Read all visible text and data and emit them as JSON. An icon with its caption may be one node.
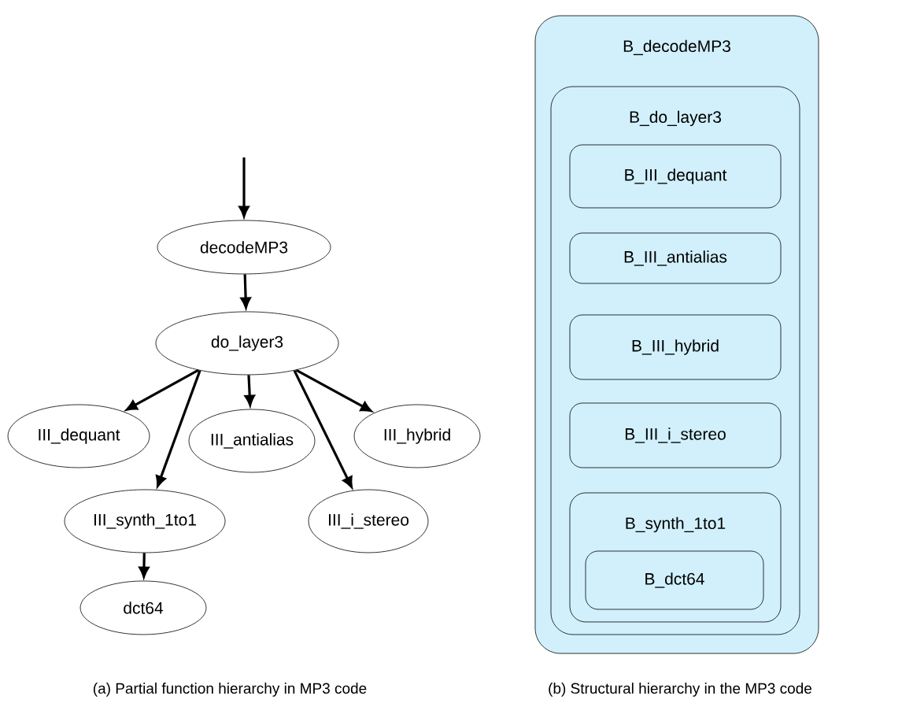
{
  "diagram": {
    "nodes": [
      {
        "text": [
          "decodeMP3"
        ]
      },
      {
        "text": [
          "do_layer3"
        ]
      },
      {
        "text": [
          "III_dequant"
        ]
      },
      {
        "text": [
          "III_antialias"
        ]
      },
      {
        "text": [
          "III_hybrid"
        ]
      },
      {
        "text": [
          "III_synth_1to1"
        ]
      },
      {
        "text": [
          "III_i_stereo"
        ]
      },
      {
        "text": [
          "dct64"
        ]
      },
      {
        "text": [
          "B_decodeMP3"
        ]
      },
      {
        "text": [
          "B_do_layer3"
        ],
        "in": 8
      },
      {
        "text": [
          "B_III_dequant"
        ],
        "in": 9
      },
      {
        "text": [
          "B_III_antialias"
        ],
        "in": 9
      },
      {
        "text": [
          "B_III_hybrid"
        ],
        "in": 9
      },
      {
        "text": [
          "B_III_i_stereo"
        ],
        "in": 9
      },
      {
        "text": [
          "B_synth_1to1"
        ],
        "in": 9
      },
      {
        "text": [
          "B_dct64"
        ],
        "in": 14
      }
    ],
    "edges": [
      {
        "from": null,
        "to": 0,
        "arrow": "to"
      },
      {
        "from": 0,
        "to": 1,
        "arrow": "to"
      },
      {
        "from": 1,
        "to": 2,
        "arrow": "to"
      },
      {
        "from": 1,
        "to": 3,
        "arrow": "to"
      },
      {
        "from": 1,
        "to": 4,
        "arrow": "to"
      },
      {
        "from": 1,
        "to": 5,
        "arrow": "to"
      },
      {
        "from": 1,
        "to": 6,
        "arrow": "to"
      },
      {
        "from": 5,
        "to": 7,
        "arrow": "to"
      }
    ],
    "labels": [
      "(a) Partial function hierarchy in MP3 code",
      "(b) Structural hierarchy in the MP3 code"
    ]
  }
}
